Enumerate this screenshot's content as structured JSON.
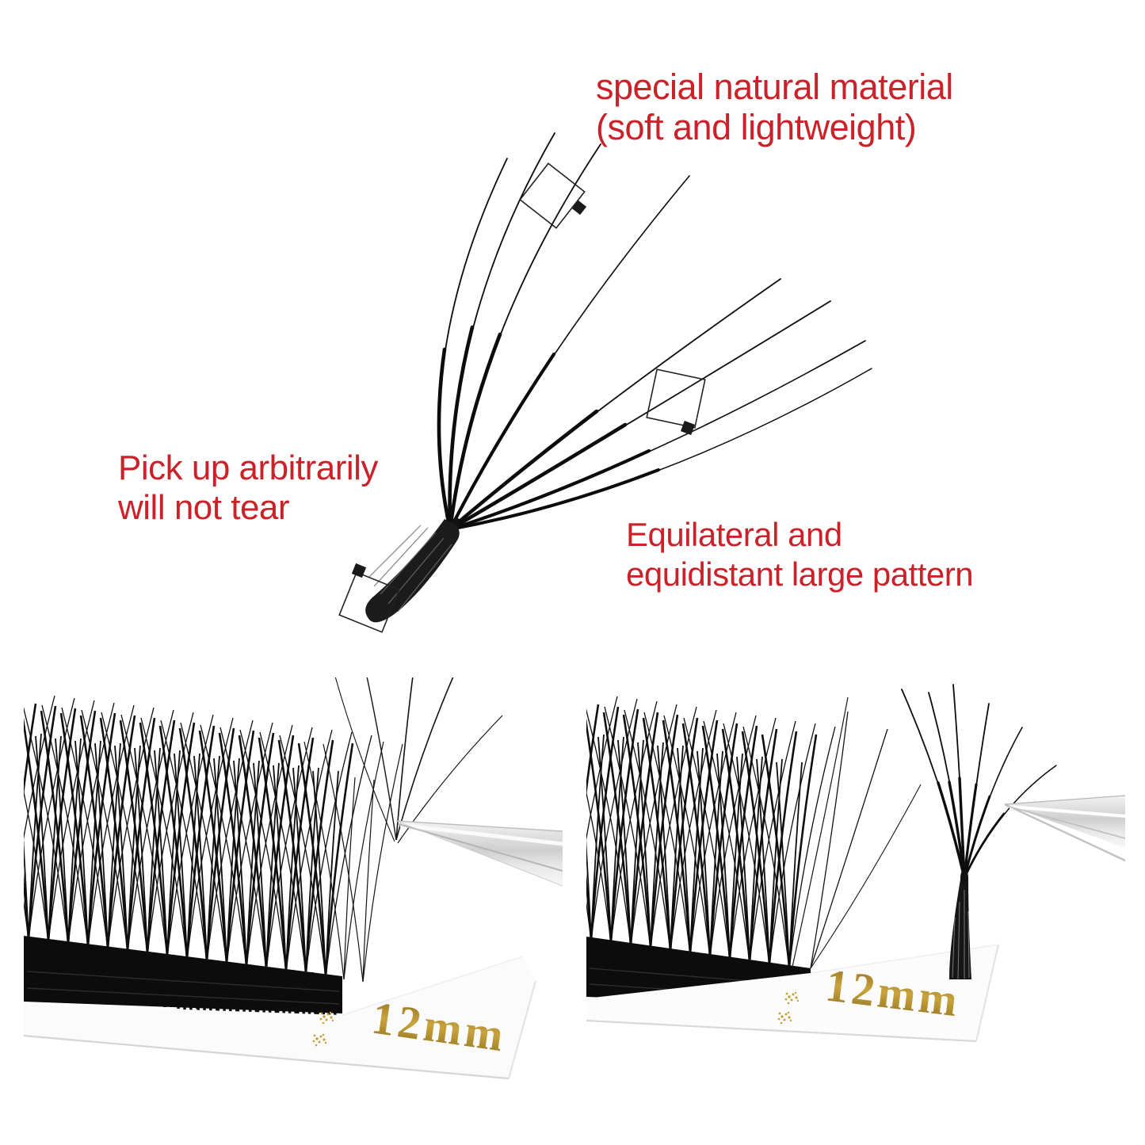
{
  "page": {
    "background": "#ffffff"
  },
  "annotations": {
    "material": {
      "line1": "special natural material",
      "line2": "(soft and lightweight)"
    },
    "pickup": {
      "line1": "Pick up arbitrarily",
      "line2": "will not tear"
    },
    "pattern": {
      "line1": "Equilateral and",
      "line2": "equidistant large pattern"
    }
  },
  "illustration": {
    "subject": "volume lash fan sketch",
    "callouts": [
      "zoom-square-tip",
      "zoom-square-mid",
      "zoom-square-base"
    ]
  },
  "photos": {
    "left": {
      "size_label": "12mm",
      "subject": "lash tray strip with tweezers"
    },
    "right": {
      "size_label": "12mm",
      "subject": "lash tray strip with plucked fan and tweezers"
    }
  },
  "colors": {
    "annotation_red": "#cb2128",
    "gold_foil": "#a9831f",
    "lash_black": "#0c0c0c",
    "tweezer_silver": "#d9d9d9"
  }
}
